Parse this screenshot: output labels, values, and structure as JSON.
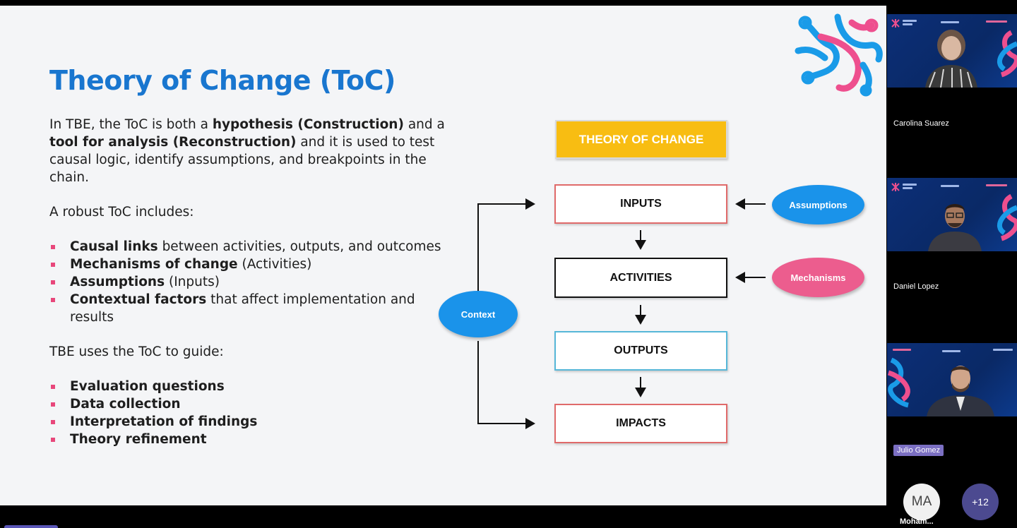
{
  "slide": {
    "title": "Theory of Change (ToC)",
    "intro": {
      "t1": "In TBE, the ToC is both a ",
      "b1": "hypothesis (Construction)",
      "t2": " and a ",
      "b2": "tool for analysis (Reconstruction)",
      "t3": " and it is used to test causal logic, identify assumptions, and breakpoints in the chain."
    },
    "robust_intro": "A robust ToC includes:",
    "robust_items": [
      {
        "bold": "Causal links",
        "rest": " between activities, outputs, and outcomes"
      },
      {
        "bold": "Mechanisms of change",
        "rest": " (Activities)"
      },
      {
        "bold": "Assumptions",
        "rest": " (Inputs)"
      },
      {
        "bold": "Contextual factors",
        "rest": " that affect implementation and results"
      }
    ],
    "guide_intro": "TBE uses the ToC to guide:",
    "guide_items": [
      "Evaluation questions",
      "Data collection",
      "Interpretation of findings",
      "Theory refinement"
    ],
    "diagram": {
      "header": "THEORY OF CHANGE",
      "boxes": [
        "INPUTS",
        "ACTIVITIES",
        "OUTPUTS",
        "IMPACTS"
      ],
      "assumptions": "Assumptions",
      "mechanisms": "Mechanisms",
      "context": "Context"
    },
    "colors": {
      "title": "#1976cf",
      "bullet": "#e8477b",
      "header_fill": "#f8bd12",
      "inputs_border": "#e06a6a",
      "activities_border": "#111111",
      "outputs_border": "#56b7d8",
      "impacts_border": "#e06a6a",
      "assumptions_fill": "#1a93ea",
      "mechanisms_fill": "#ec5d8e",
      "context_fill": "#1a93ea"
    }
  },
  "participants": {
    "p1_name": "Carolina Suarez",
    "p2_name": "Daniel  Lopez",
    "p3_name": "Julio Gomez",
    "avatar_initials": "MA",
    "avatar_label": "Moham...",
    "more_count": "+12"
  }
}
